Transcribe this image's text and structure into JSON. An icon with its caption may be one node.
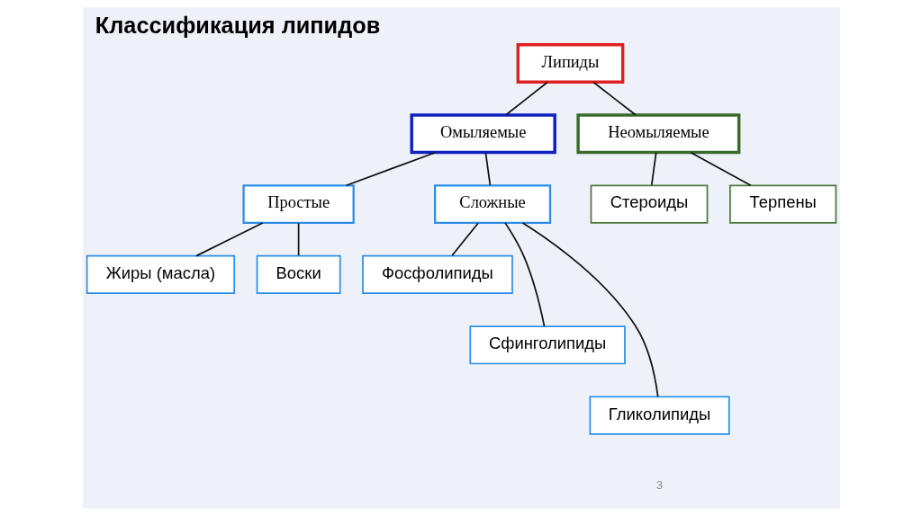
{
  "diagram": {
    "title": "Классификация липидов",
    "nodes": [
      {
        "text": [
          "Липиды"
        ]
      },
      {
        "text": [
          "Омыляемые"
        ]
      },
      {
        "text": [
          "Неомыляемые"
        ]
      },
      {
        "text": [
          "Простые"
        ]
      },
      {
        "text": [
          "Сложные"
        ]
      },
      {
        "text": [
          "Стероиды"
        ]
      },
      {
        "text": [
          "Терпены"
        ]
      },
      {
        "text": [
          "Жиры (масла)"
        ]
      },
      {
        "text": [
          "Воски"
        ]
      },
      {
        "text": [
          "Фосфолипиды"
        ]
      },
      {
        "text": [
          "Сфинголипиды"
        ]
      },
      {
        "text": [
          "Гликолипиды"
        ]
      }
    ],
    "edges": [
      {
        "from": 0,
        "to": 1,
        "arrow": "none"
      },
      {
        "from": 0,
        "to": 2,
        "arrow": "none"
      },
      {
        "from": 1,
        "to": 3,
        "arrow": "none"
      },
      {
        "from": 1,
        "to": 4,
        "arrow": "none"
      },
      {
        "from": 2,
        "to": 5,
        "arrow": "none"
      },
      {
        "from": 2,
        "to": 6,
        "arrow": "none"
      },
      {
        "from": 3,
        "to": 7,
        "arrow": "none"
      },
      {
        "from": 3,
        "to": 8,
        "arrow": "none"
      },
      {
        "from": 4,
        "to": 11,
        "arrow": "none"
      },
      {
        "from": 4,
        "to": 10,
        "arrow": "none"
      },
      {
        "from": 4,
        "to": 9,
        "arrow": "none"
      }
    ],
    "labels": [
      "3"
    ]
  }
}
